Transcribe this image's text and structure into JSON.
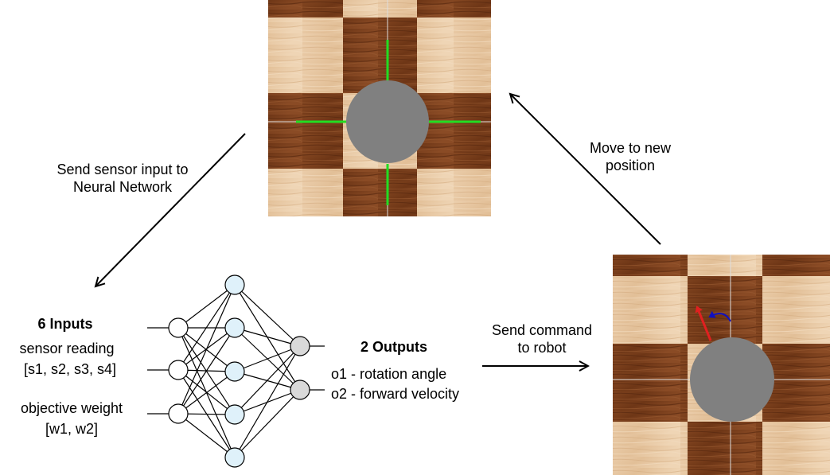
{
  "labels": {
    "send_sensor_line1": "Send sensor input to",
    "send_sensor_line2": "Neural Network",
    "move_line1": "Move to new",
    "move_line2": "position",
    "send_command_line1": "Send command",
    "send_command_line2": "to robot",
    "inputs_title": "6 Inputs",
    "sensor_reading": "sensor reading",
    "sensor_values": "[s1, s2, s3, s4]",
    "objective_weight": "objective weight",
    "objective_values": "[w1, w2]",
    "outputs_title": "2 Outputs",
    "output1": "o1 - rotation angle",
    "output2": "o2 - forward velocity"
  },
  "network": {
    "input_nodes": 3,
    "hidden_nodes": 5,
    "output_nodes": 2
  },
  "colors": {
    "wood_light": "#e8c9a4",
    "wood_dark": "#7a3f1d",
    "robot_body": "#808080",
    "sensor_line": "#22dd22",
    "hidden_node": "#dff1fa",
    "output_node": "#d9d9d9",
    "heading_arrow": "#e02020",
    "rotation_arrow": "#1010c0"
  }
}
